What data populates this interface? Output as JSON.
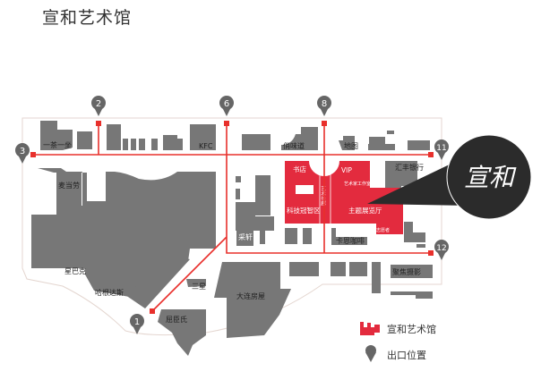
{
  "title": "宣和艺术馆",
  "colors": {
    "venue": "#e32b3e",
    "route": "#e8302c",
    "building": "#777777",
    "bubble": "#2b2b2b"
  },
  "exits": [
    "1",
    "2",
    "3",
    "6",
    "8",
    "11",
    "12"
  ],
  "shops": {
    "yichayizuo": "一茶一坐",
    "kfc": "KFC",
    "mcdonalds": "麦当劳",
    "starbucks": "星巴克",
    "haagendazs": "哈根达斯",
    "samsung": "三星",
    "watsons": "屈臣氏",
    "dalian_house": "大连房屋",
    "caixuan": "采轩",
    "qiaoweidao": "俏味道",
    "ditu": "地图",
    "hsbc": "汇丰银行",
    "kaen_cafe": "卡恩咖啡",
    "focus_photo": "聚焦摄影"
  },
  "venue": {
    "bookstore": "书店",
    "vip": "VIP",
    "artist_studio": "艺术家工作室",
    "art_corridor": "艺术长廊",
    "tech_zone": "科技冠智区",
    "theme_hall": "主题展览厅",
    "small_room": "志愿者"
  },
  "bubble_text": "宣和",
  "legend": {
    "venue": "宣和艺术馆",
    "exit": "出口位置"
  }
}
